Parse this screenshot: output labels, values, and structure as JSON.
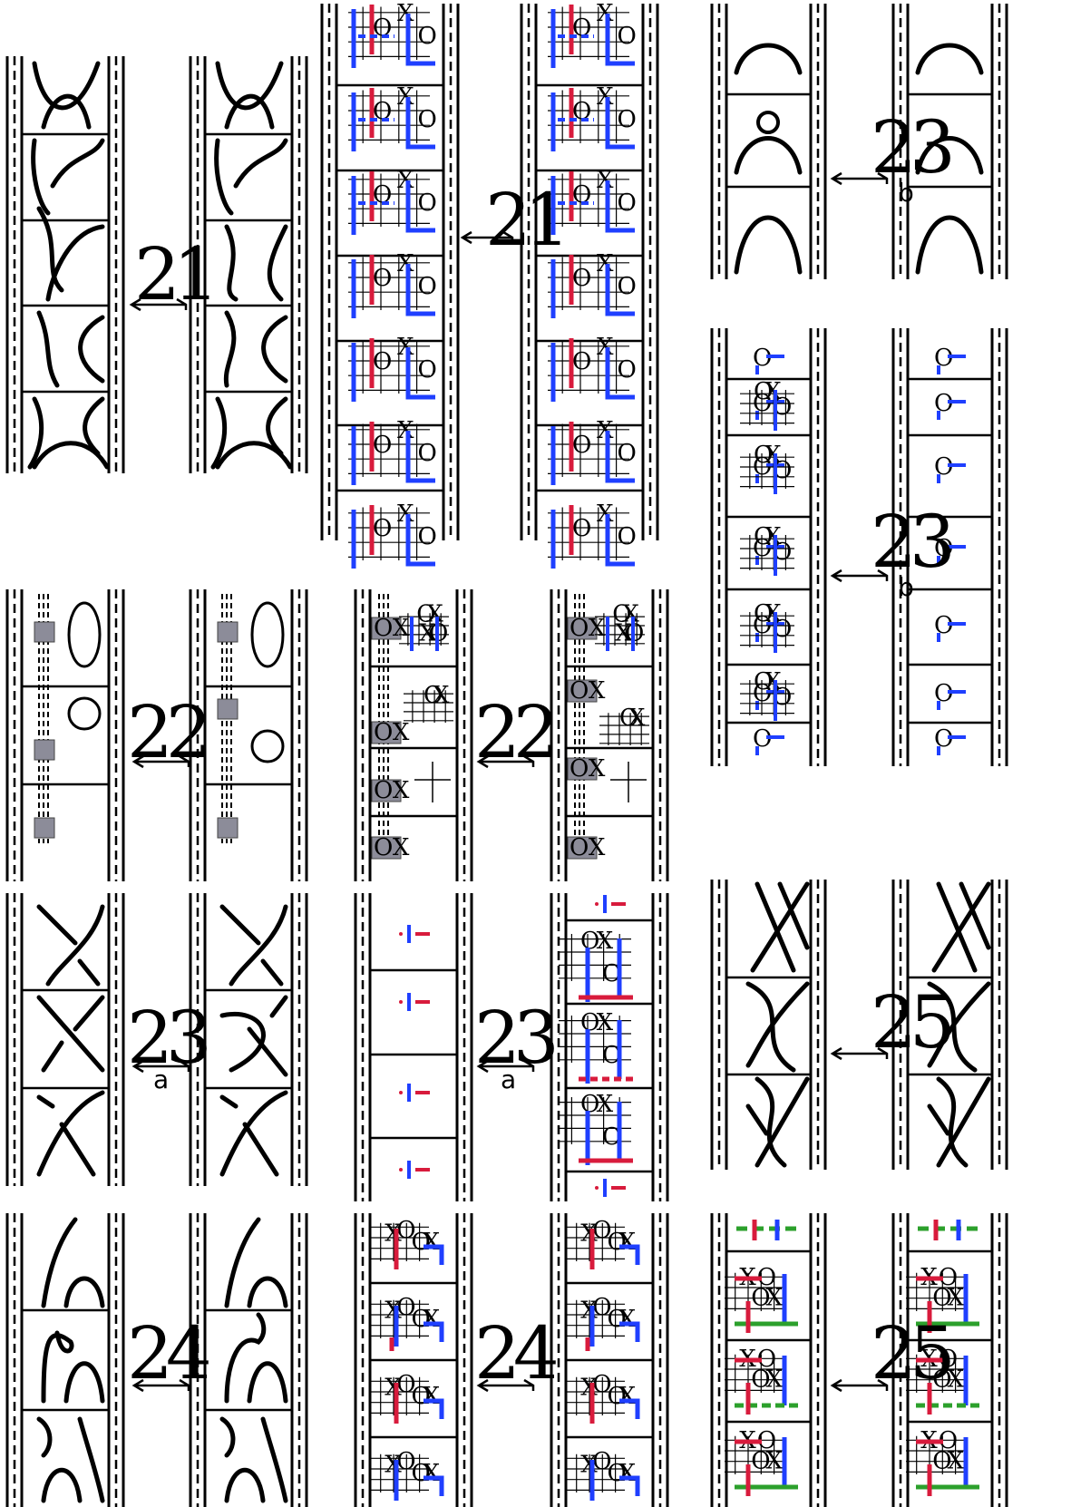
{
  "figure": {
    "moves": [
      {
        "label": "21",
        "sub": ""
      },
      {
        "label": "21",
        "sub": ""
      },
      {
        "label": "22",
        "sub": ""
      },
      {
        "label": "22",
        "sub": ""
      },
      {
        "label": "23",
        "sub": "a"
      },
      {
        "label": "23",
        "sub": "a"
      },
      {
        "label": "24",
        "sub": ""
      },
      {
        "label": "24",
        "sub": ""
      },
      {
        "label": "23",
        "sub": "b"
      },
      {
        "label": "23",
        "sub": "b"
      },
      {
        "label": "25",
        "sub": ""
      },
      {
        "label": "25",
        "sub": ""
      }
    ],
    "grid_symbols": {
      "o": "O",
      "x": "X",
      "ox": "OX"
    },
    "colors": {
      "line": "#000000",
      "red": "#d81b3c",
      "blue": "#1f3fff",
      "green": "#2ca02c",
      "gray": "#8c8c99"
    }
  }
}
